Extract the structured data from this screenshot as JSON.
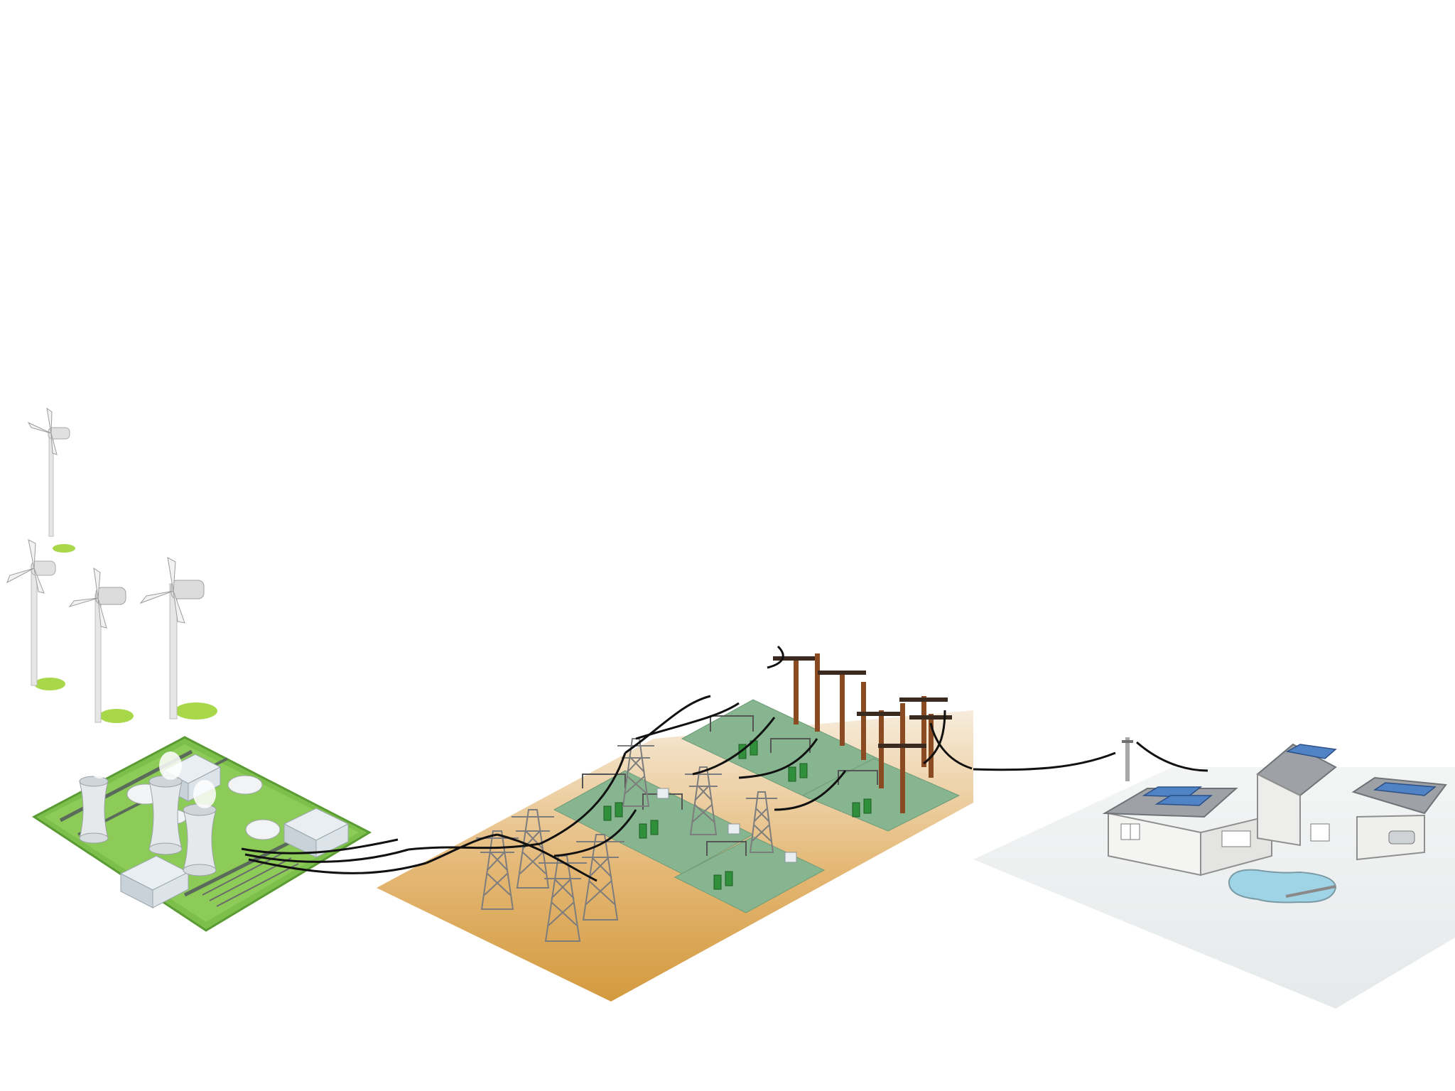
{
  "diagram": {
    "stages": [
      {
        "id": "generation",
        "icon": "power-plant-icon"
      },
      {
        "id": "transmission",
        "icon": "transmission-tower-icon"
      },
      {
        "id": "distribution",
        "icon": "utility-pole-icon"
      },
      {
        "id": "consumer",
        "icon": "house-icon"
      }
    ],
    "colors": {
      "plant_ground": "#7cbf4a",
      "substation_pad": "#86b590",
      "transmission_ground": "#d8a24c",
      "home_ground": "#eceff0",
      "wind_shadow": "#a8d84a",
      "power_line": "#111111",
      "pole_wood": "#8a4a22",
      "solar_panel": "#4f83c6",
      "pool_water": "#9fd3e6"
    }
  }
}
